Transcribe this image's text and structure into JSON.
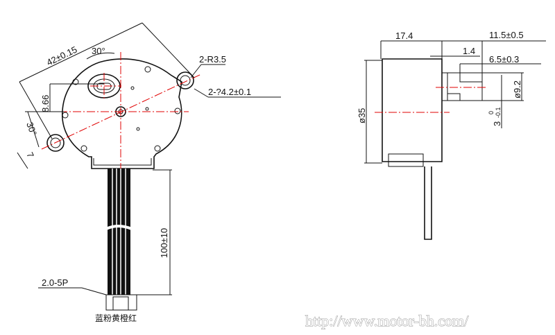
{
  "front_view": {
    "dim_width": "42±0.15",
    "dim_angle_top": "30°",
    "dim_radius": "2-R3.5",
    "dim_hole": "2-?4.2±0.1",
    "dim_offset": "8.66",
    "dim_angle_left": "30°",
    "dim_ear": "7",
    "dim_lead_length": "100±10",
    "connector_label": "2.0-5P",
    "wire_colors": "蓝粉黄橙红"
  },
  "side_view": {
    "dim_body_depth": "17.4",
    "dim_shaft_length": "11.5±0.5",
    "dim_boss": "1.4",
    "dim_flat": "6.5±0.3",
    "dim_boss_dia": "ø9.2",
    "dim_flat_width": "3",
    "dim_flat_tol_upper": "0",
    "dim_flat_tol_lower": "-0.1",
    "dim_body_dia": "ø35"
  },
  "watermark": "http://www.motor-bh.com/",
  "colors": {
    "centerline": "#e00000",
    "line": "#111111"
  }
}
